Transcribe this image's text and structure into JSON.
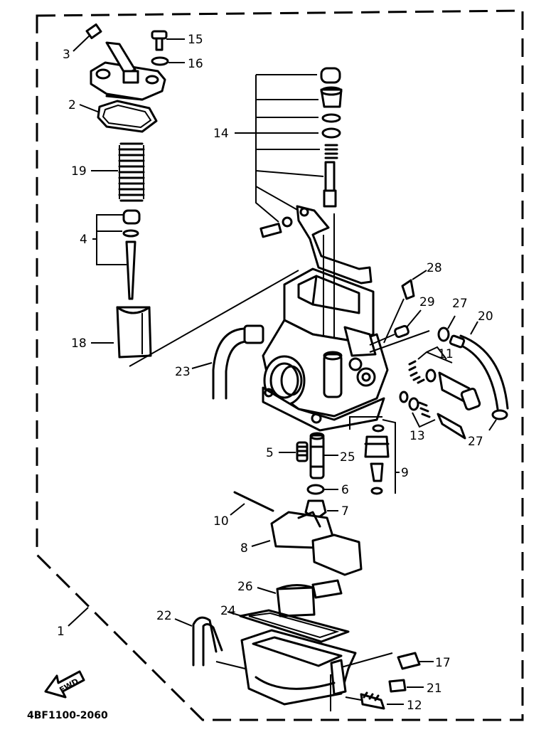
{
  "diagram": {
    "drawing_code": "4BF1100-2060",
    "direction_label": "FWD",
    "labels": {
      "p1": "1",
      "p2": "2",
      "p3": "3",
      "p4": "4",
      "p5": "5",
      "p6": "6",
      "p7": "7",
      "p8": "8",
      "p9": "9",
      "p10": "10",
      "p11": "11",
      "p12": "12",
      "p13": "13",
      "p14": "14",
      "p15": "15",
      "p16": "16",
      "p17": "17",
      "p18": "18",
      "p19": "19",
      "p20": "20",
      "p21": "21",
      "p22": "22",
      "p23": "23",
      "p24": "24",
      "p25": "25",
      "p26": "26",
      "p27a": "27",
      "p27b": "27",
      "p28": "28",
      "p29": "29"
    }
  }
}
